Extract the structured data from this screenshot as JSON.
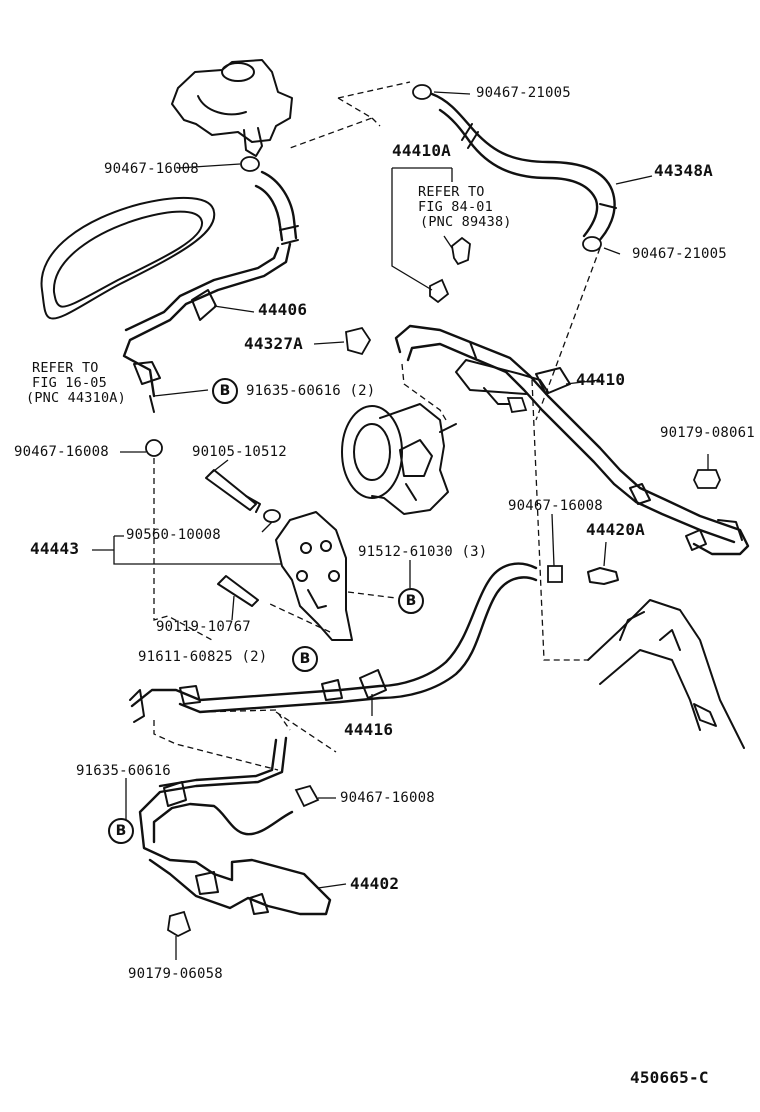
{
  "labels": {
    "p_90467_21005_top": "90467-21005",
    "p_44410A": "44410A",
    "p_44348A": "44348A",
    "p_90467_16008_top": "90467-16008",
    "p_90467_21005_mid": "90467-21005",
    "p_44406": "44406",
    "p_44327A": "44327A",
    "p_44410": "44410",
    "p_91635_60616_2": "91635-60616 (2)",
    "p_90179_08061": "90179-08061",
    "p_90467_16008_left": "90467-16008",
    "p_90105_10512": "90105-10512",
    "p_90467_16008_right": "90467-16008",
    "p_44420A": "44420A",
    "p_44443": "44443",
    "p_90560_10008": "90560-10008",
    "p_91512_61030_3": "91512-61030 (3)",
    "p_90119_10767": "90119-10767",
    "p_91611_60825_2": "91611-60825 (2)",
    "p_44416": "44416",
    "p_91635_60616": "91635-60616",
    "p_90467_16008_bottom": "90467-16008",
    "p_44402": "44402",
    "p_90179_06058": "90179-06058",
    "figure_code": "450665-C"
  },
  "refer_top": {
    "line1": "REFER TO",
    "line2": "FIG 84-01",
    "line3": "(PNC 89438)"
  },
  "refer_left": {
    "line1": "REFER TO",
    "line2": "FIG 16-05",
    "line3": "(PNC 44310A)"
  },
  "badge_letter": "B"
}
